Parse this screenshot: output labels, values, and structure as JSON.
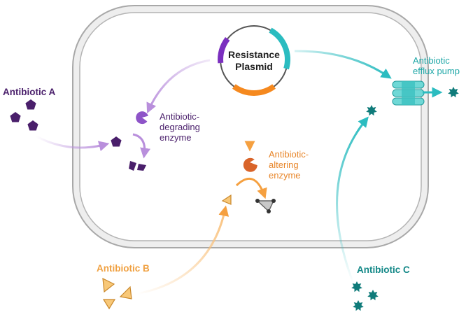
{
  "plasmid": {
    "label": "Resistance\nPlasmid"
  },
  "antibiotic_a": {
    "label": "Antibiotic A"
  },
  "antibiotic_b": {
    "label": "Antibiotic B"
  },
  "antibiotic_c": {
    "label": "Antibiotic C"
  },
  "degrading_enzyme": {
    "label": "Antibiotic-\ndegrading\nenzyme"
  },
  "altering_enzyme": {
    "label": "Antibiotic-\naltering\nenzyme"
  },
  "efflux_pump": {
    "label": "Antibiotic\nefflux pump"
  },
  "colors": {
    "purple": "#b98fdc",
    "purple_dark": "#4a1f6b",
    "orange": "#f59a3a",
    "orange_light": "#f9c07a",
    "teal": "#2bbcc0",
    "teal_dark": "#0f7b7a",
    "membrane": "#b9b9b9"
  }
}
